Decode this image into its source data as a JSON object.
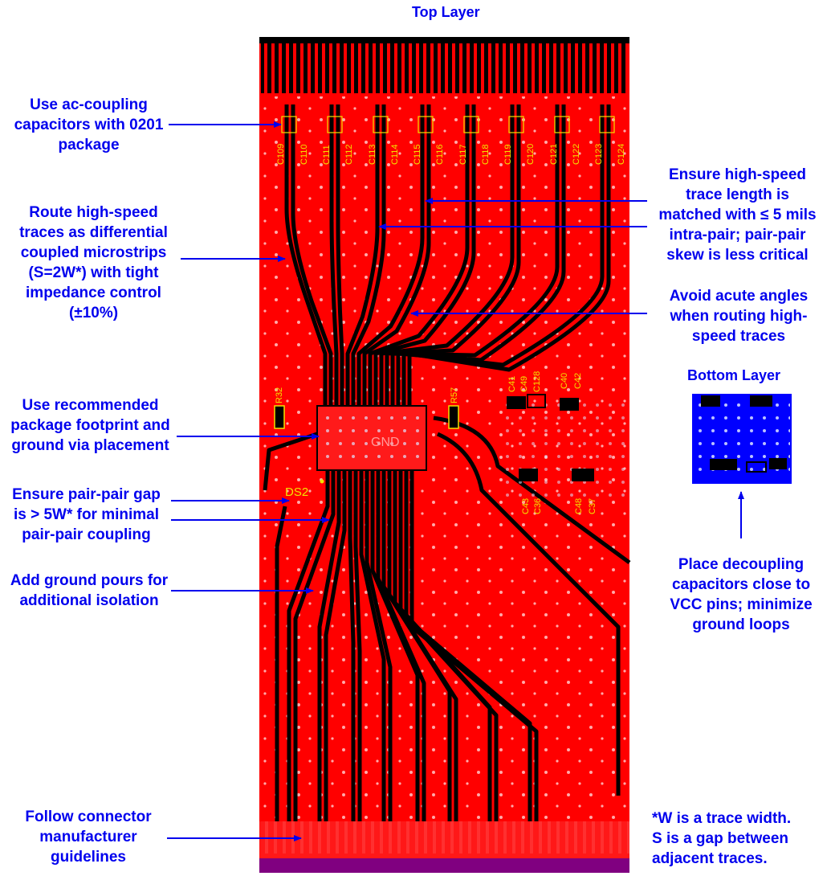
{
  "titles": {
    "top_layer": "Top Layer",
    "bottom_layer": "Bottom Layer"
  },
  "annotations": {
    "ac_coupling": [
      "Use ac-coupling",
      "capacitors with 0201",
      "package"
    ],
    "diff_route": [
      "Route high-speed",
      "traces as differential",
      "coupled microstrips",
      "(S=2W*) with tight",
      "impedance control",
      "(±10%)"
    ],
    "footprint": [
      "Use recommended",
      "package footprint and",
      "ground via placement"
    ],
    "pair_gap": [
      "Ensure pair-pair gap",
      "is > 5W* for minimal",
      "pair-pair coupling"
    ],
    "ground_pour": [
      "Add ground pours for",
      "additional isolation"
    ],
    "connector": [
      "Follow connector",
      "manufacturer",
      "guidelines"
    ],
    "length_match": [
      "Ensure high-speed",
      "trace length is",
      "matched with ≤ 5 mils",
      "intra-pair;  pair-pair",
      "skew is less critical"
    ],
    "acute_angles": [
      "Avoid acute angles",
      "when routing high-",
      "speed traces"
    ],
    "decoupling": [
      "Place decoupling",
      "capacitors close to",
      "VCC pins; minimize",
      "ground loops"
    ],
    "footnote": [
      "*W is a trace width.",
      "S is a gap between",
      "adjacent traces."
    ]
  },
  "board_labels": {
    "caps": [
      "C109",
      "C110",
      "C111",
      "C112",
      "C113",
      "C114",
      "C115",
      "C116",
      "C117",
      "C118",
      "C119",
      "C120",
      "C121",
      "C122",
      "C123",
      "C124"
    ],
    "r32": "R32",
    "r57": "R57",
    "ds2": "DS2",
    "gnd": "GND",
    "c41": "C41",
    "c49": "C49",
    "c128": "C128",
    "c40": "C40",
    "c42": "C42",
    "c43": "C43",
    "c36": "C36",
    "c48": "C48",
    "c37": "C37"
  },
  "colors": {
    "arrow": "#0000ee",
    "top_copper": "#ff0000",
    "bottom_copper": "#0000ff",
    "silkscreen": "#f2e200",
    "connector_strip": "#800080"
  }
}
